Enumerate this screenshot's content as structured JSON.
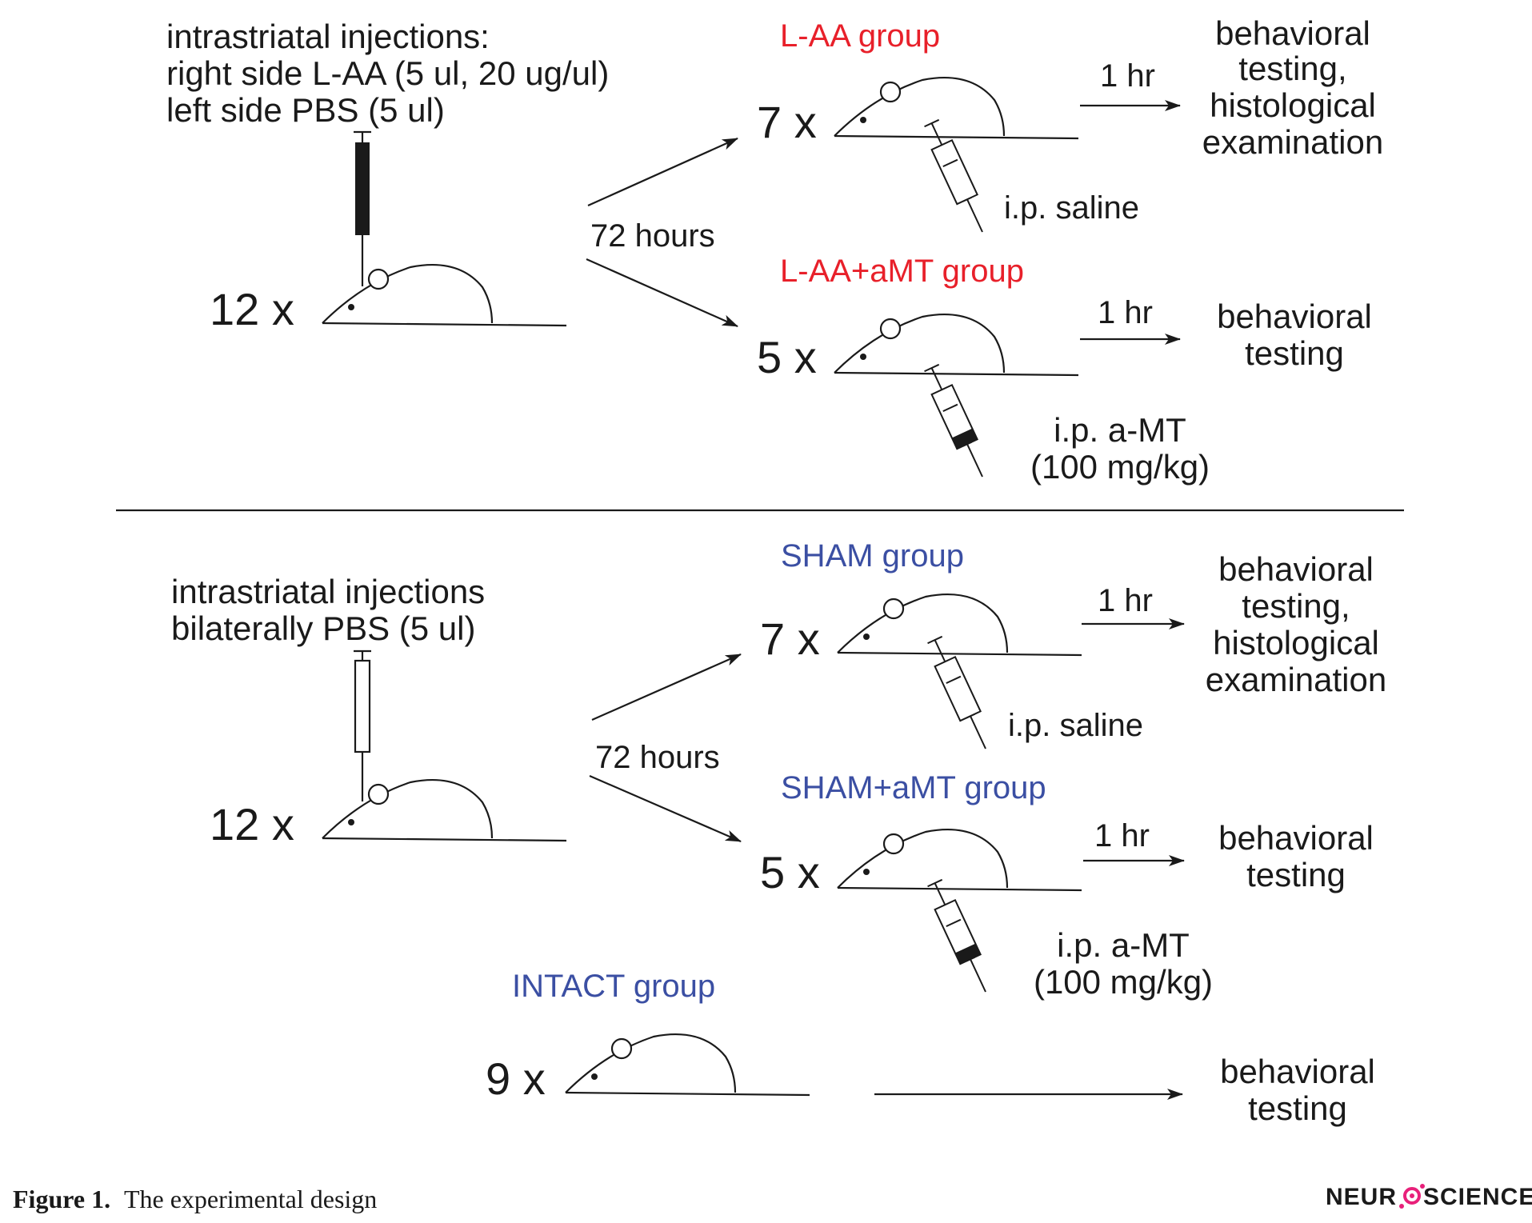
{
  "colors": {
    "ink": "#1a1a1a",
    "lesion_group": "#e8202a",
    "sham_group": "#3b4fa3",
    "logo_accent": "#e8207a"
  },
  "top": {
    "injection_line1": "intrastriatal injections:",
    "injection_line2": "right side L-AA (5 ul, 20 ug/ul)",
    "injection_line3": "left side PBS (5 ul)",
    "count": "12 x",
    "delay": "72 hours",
    "group_a": {
      "name": "L-AA group",
      "count": "7 x",
      "treatment": "i.p. saline",
      "wait": "1 hr",
      "outcome_line1": "behavioral",
      "outcome_line2": "testing,",
      "outcome_line3": "histological",
      "outcome_line4": "examination"
    },
    "group_b": {
      "name": "L-AA+aMT group",
      "count": "5 x",
      "treatment_line1": "i.p. a-MT",
      "treatment_line2": "(100 mg/kg)",
      "wait": "1 hr",
      "outcome_line1": "behavioral",
      "outcome_line2": "testing"
    }
  },
  "bottom": {
    "injection_line1": "intrastriatal injections",
    "injection_line2": "bilaterally PBS (5 ul)",
    "count": "12 x",
    "delay": "72 hours",
    "group_a": {
      "name": "SHAM group",
      "count": "7 x",
      "treatment": "i.p. saline",
      "wait": "1 hr",
      "outcome_line1": "behavioral",
      "outcome_line2": "testing,",
      "outcome_line3": "histological",
      "outcome_line4": "examination"
    },
    "group_b": {
      "name": "SHAM+aMT group",
      "count": "5 x",
      "treatment_line1": "i.p. a-MT",
      "treatment_line2": "(100 mg/kg)",
      "wait": "1 hr",
      "outcome_line1": "behavioral",
      "outcome_line2": "testing"
    },
    "intact": {
      "name": "INTACT group",
      "count": "9 x",
      "outcome_line1": "behavioral",
      "outcome_line2": "testing"
    }
  },
  "caption": {
    "label": "Figure 1.",
    "text": "The experimental design"
  },
  "logo": {
    "left": "NEUR",
    "right": "SCIENCE"
  }
}
